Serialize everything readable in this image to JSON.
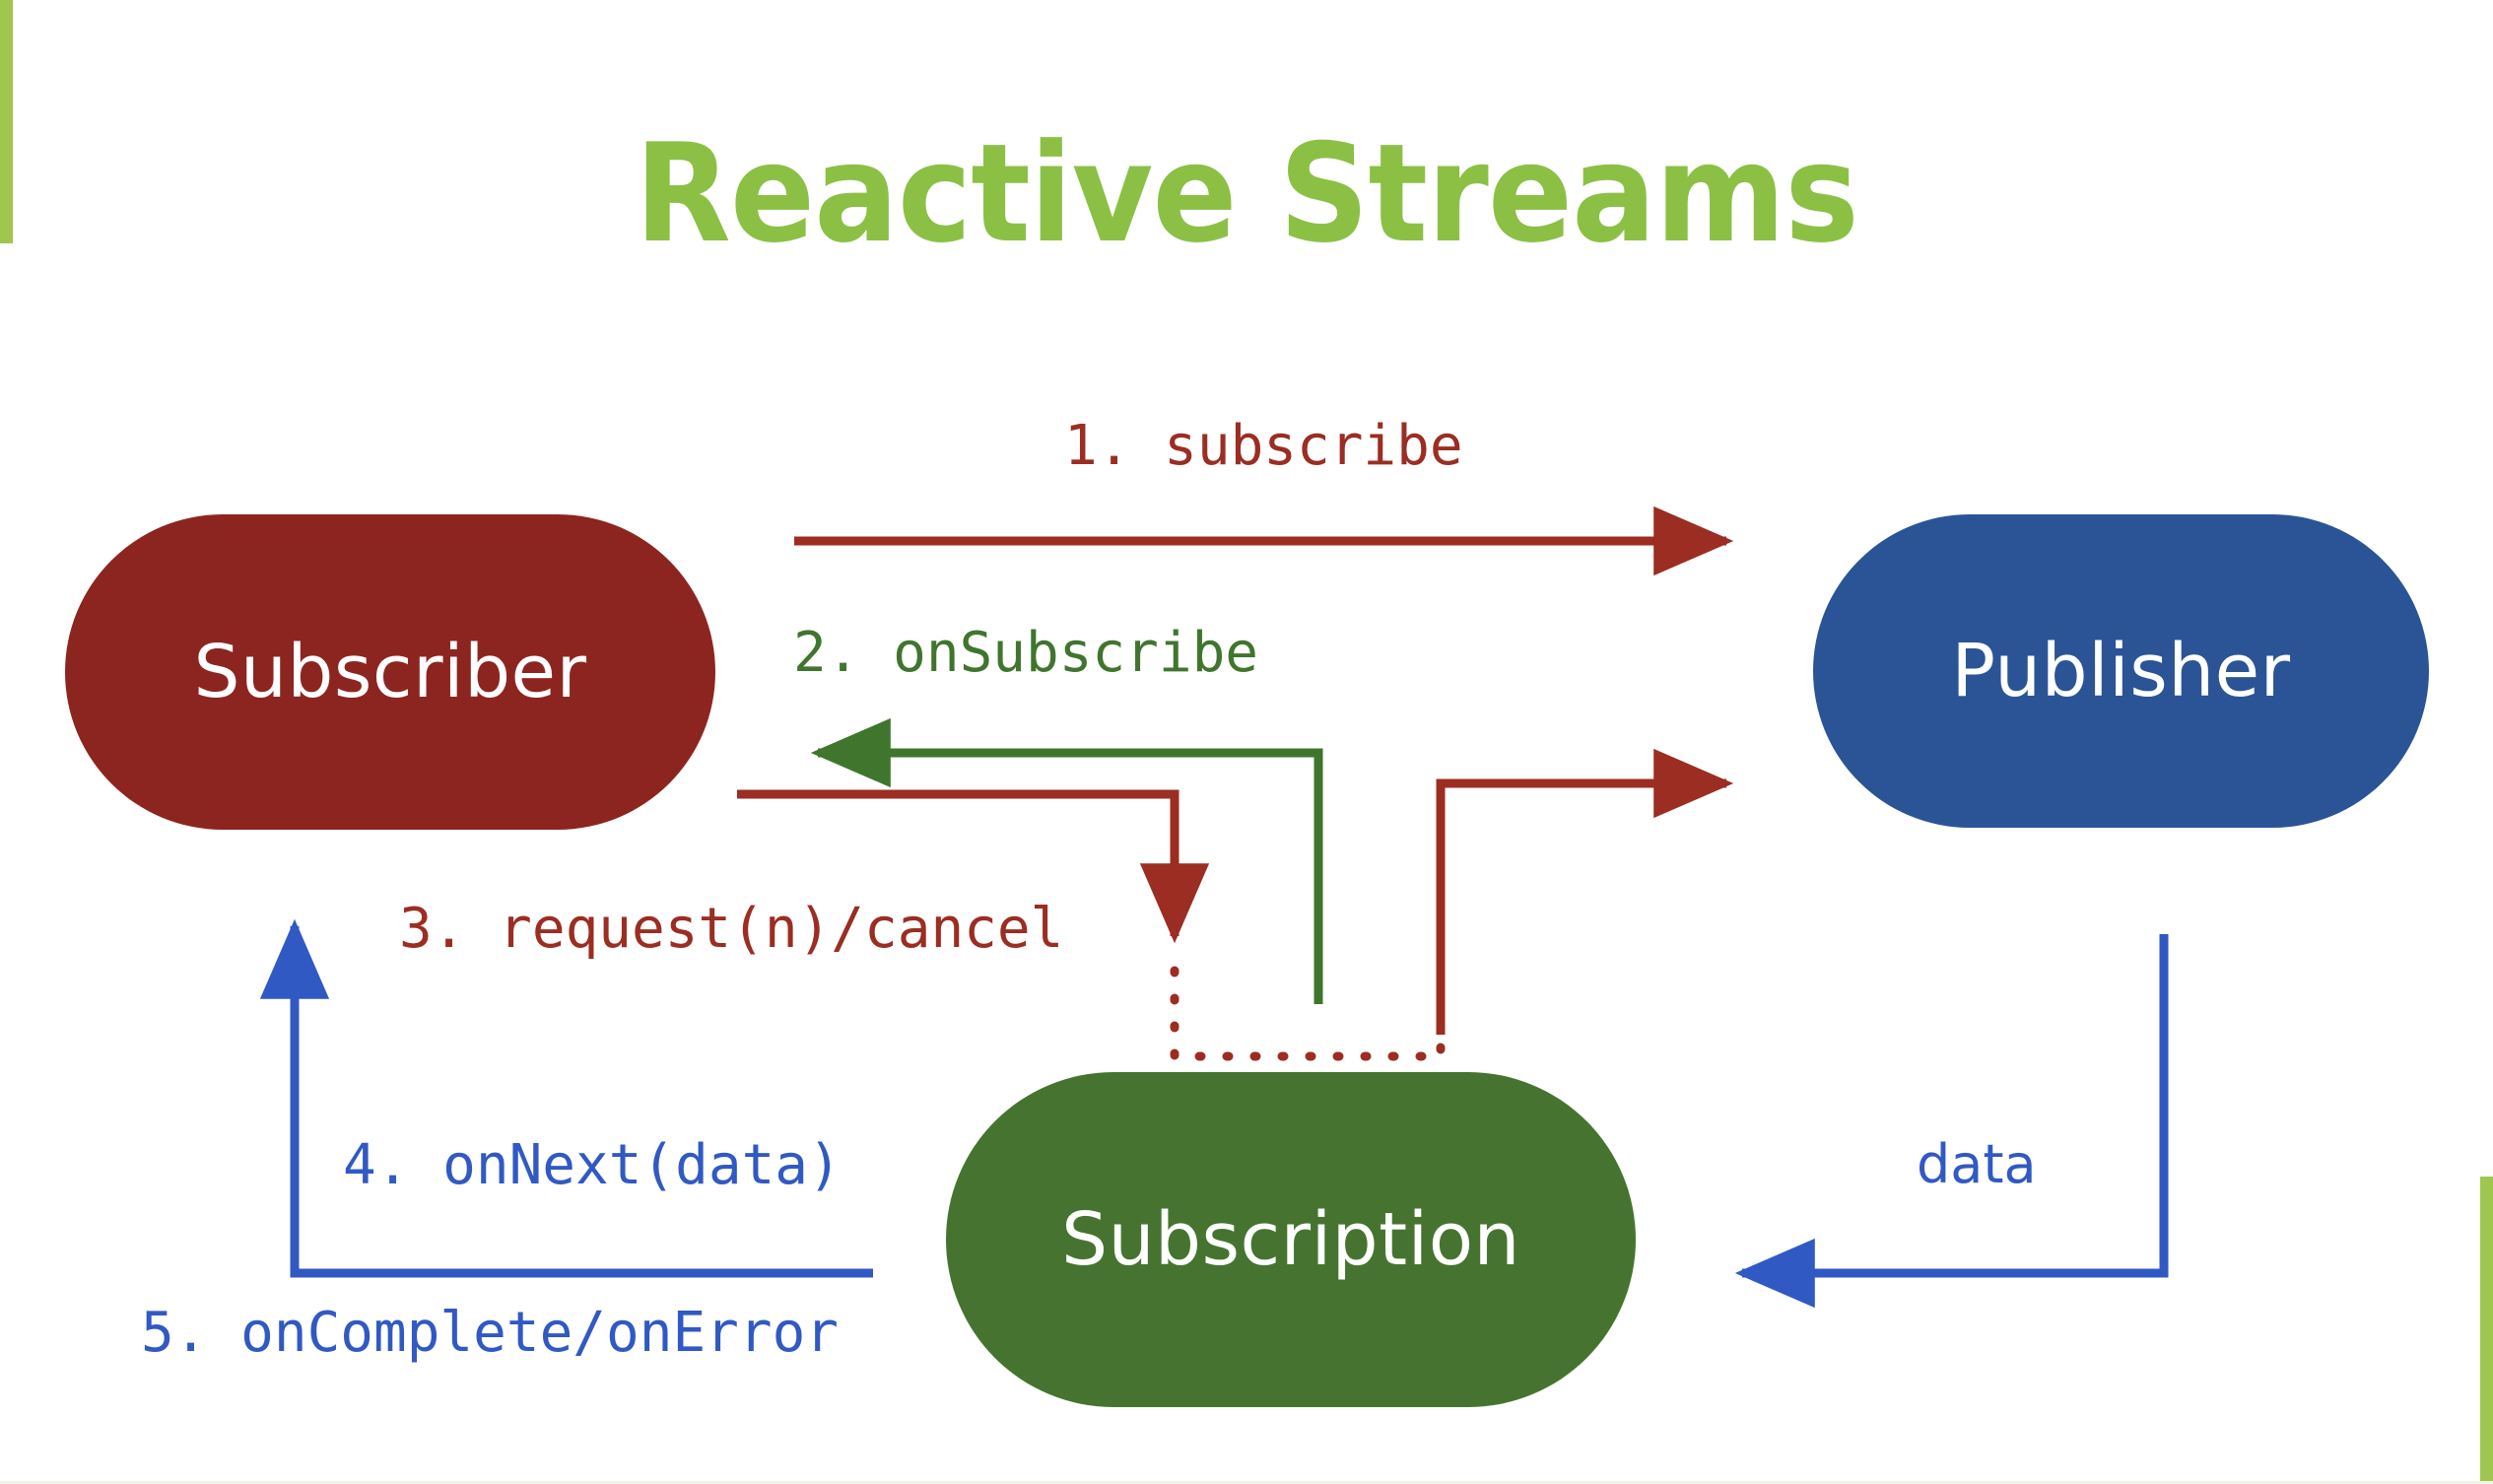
{
  "slide": {
    "title": "Reactive Streams",
    "background_color": "#ffffff",
    "accent_color": "#9FC64E"
  },
  "nodes": [
    {
      "id": "subscriber",
      "label": "Subscriber",
      "color": "#8C2520",
      "text_color": "#ffffff"
    },
    {
      "id": "publisher",
      "label": "Publisher",
      "color": "#2B5496",
      "text_color": "#ffffff"
    },
    {
      "id": "subscription",
      "label": "Subscription",
      "color": "#467430",
      "text_color": "#ffffff"
    }
  ],
  "edges": [
    {
      "id": "e1",
      "label": "1. subscribe",
      "color": "#9B2D22",
      "from": "subscriber",
      "to": "publisher",
      "style": "solid"
    },
    {
      "id": "e2",
      "label": "2. onSubscribe",
      "color": "#40752E",
      "from": "subscription",
      "to": "subscriber",
      "style": "solid"
    },
    {
      "id": "e3",
      "label": "3. request(n)/cancel",
      "color": "#9B2D22",
      "from": "subscriber",
      "to": "subscription",
      "style": "solid"
    },
    {
      "id": "e4",
      "label": "4. onNext(data)",
      "color": "#3159C4",
      "from": "subscription",
      "to": "subscriber",
      "style": "solid"
    },
    {
      "id": "e5",
      "label": "5. onComplete/onError",
      "color": "#3159C4",
      "from": "subscription",
      "to": "subscriber",
      "style": "solid"
    },
    {
      "id": "e6",
      "label": "data",
      "color": "#3159C4",
      "from": "publisher",
      "to": "subscription",
      "style": "solid"
    },
    {
      "id": "e7",
      "label": "",
      "color": "#9B2D22",
      "from": "subscription",
      "to": "publisher",
      "style": "solid"
    },
    {
      "id": "e8",
      "label": "",
      "color": "#9B2D22",
      "from": "subscription",
      "to": "subscription",
      "style": "dotted"
    }
  ]
}
